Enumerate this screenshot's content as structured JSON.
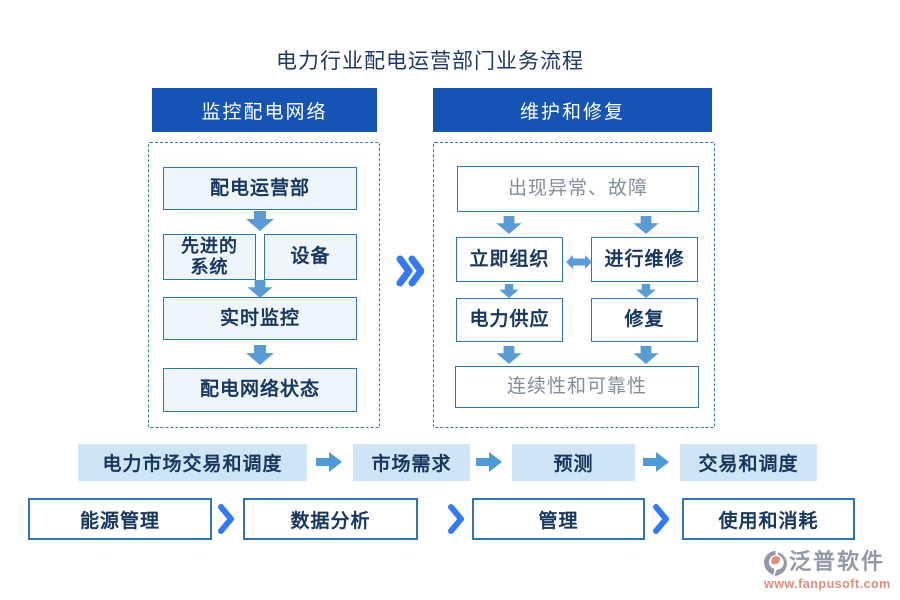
{
  "title": "电力行业配电运营部门业务流程",
  "colors": {
    "header_bg": "#1553b4",
    "box_border": "#2e75b6",
    "left_fill": "#eef5fb",
    "market_fill": "#cfe4f5",
    "dark_text": "#17375e",
    "gray_text": "#848e9b",
    "title_color": "#1f3864",
    "arrow": "#5b9bd5",
    "market_arrow": "#4f9ad7",
    "chevron": "#3579f2",
    "wm_gray": "#9299a8",
    "wm_salmon": "#e08d7d"
  },
  "panels": {
    "monitor": {
      "header": "监控配电网络",
      "dept": "配电运营部",
      "systems": "先进的\n系统",
      "equipment": "设备",
      "realtime": "实时监控",
      "network_status": "配电网络状态"
    },
    "maintenance": {
      "header": "维护和修复",
      "fault": "出现异常、故障",
      "organize": "立即组织",
      "repair_action": "进行维修",
      "power_supply": "电力供应",
      "repair": "修复",
      "reliability": "连续性和可靠性"
    }
  },
  "market_flow": {
    "steps": [
      "电力市场交易和调度",
      "市场需求",
      "预测",
      "交易和调度"
    ]
  },
  "energy_flow": {
    "steps": [
      "能源管理",
      "数据分析",
      "管理",
      "使用和消耗"
    ]
  },
  "watermark": {
    "brand": "泛普软件",
    "url": "www.fanpusoft.com"
  }
}
